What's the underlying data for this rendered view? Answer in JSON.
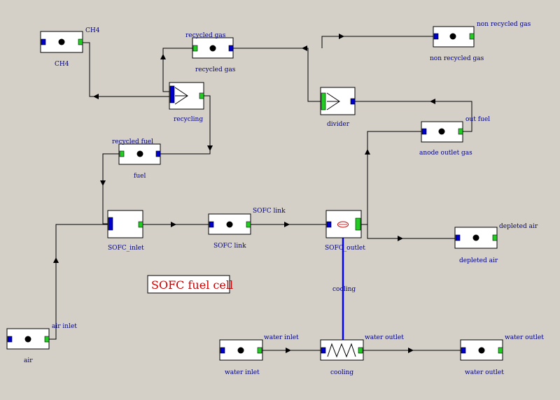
{
  "title": "SOFC fuel cell",
  "cooling_link_label": "cooling",
  "nodes": {
    "ch4": {
      "top_label": "CH4",
      "bottom_label": "CH4"
    },
    "recycled_gas": {
      "top_label": "recycled gas",
      "bottom_label": "recycled gas"
    },
    "non_recycled_gas": {
      "top_label": "non recycled gas",
      "bottom_label": "non recycled gas"
    },
    "recycling": {
      "bottom_label": "recycling"
    },
    "divider": {
      "bottom_label": "divider"
    },
    "anode_outlet_gas": {
      "top_label": "out fuel",
      "bottom_label": "anode outlet gas"
    },
    "fuel": {
      "top_label": "recycled fuel",
      "bottom_label": "fuel"
    },
    "sofc_inlet": {
      "bottom_label": "SOFC_inlet"
    },
    "sofc_link": {
      "top_label": "SOFC link",
      "bottom_label": "SOFC link"
    },
    "sofc_outlet": {
      "bottom_label": "SOFC_outlet"
    },
    "depleted_air": {
      "top_label": "depleted air",
      "bottom_label": "depleted air"
    },
    "air": {
      "top_label": "air inlet",
      "bottom_label": "air"
    },
    "water_inlet": {
      "top_label": "water inlet",
      "bottom_label": "water inlet"
    },
    "cooling": {
      "top_label": "water outlet",
      "bottom_label": "cooling"
    },
    "water_outlet": {
      "top_label": "water outlet",
      "bottom_label": "water outlet"
    }
  },
  "colors": {
    "background": "#d4d0c8",
    "label": "#00007f",
    "title": "#cc0000",
    "inlet_port": "#0000cc",
    "outlet_port": "#22cc22",
    "cooling_link": "#0000ff"
  }
}
